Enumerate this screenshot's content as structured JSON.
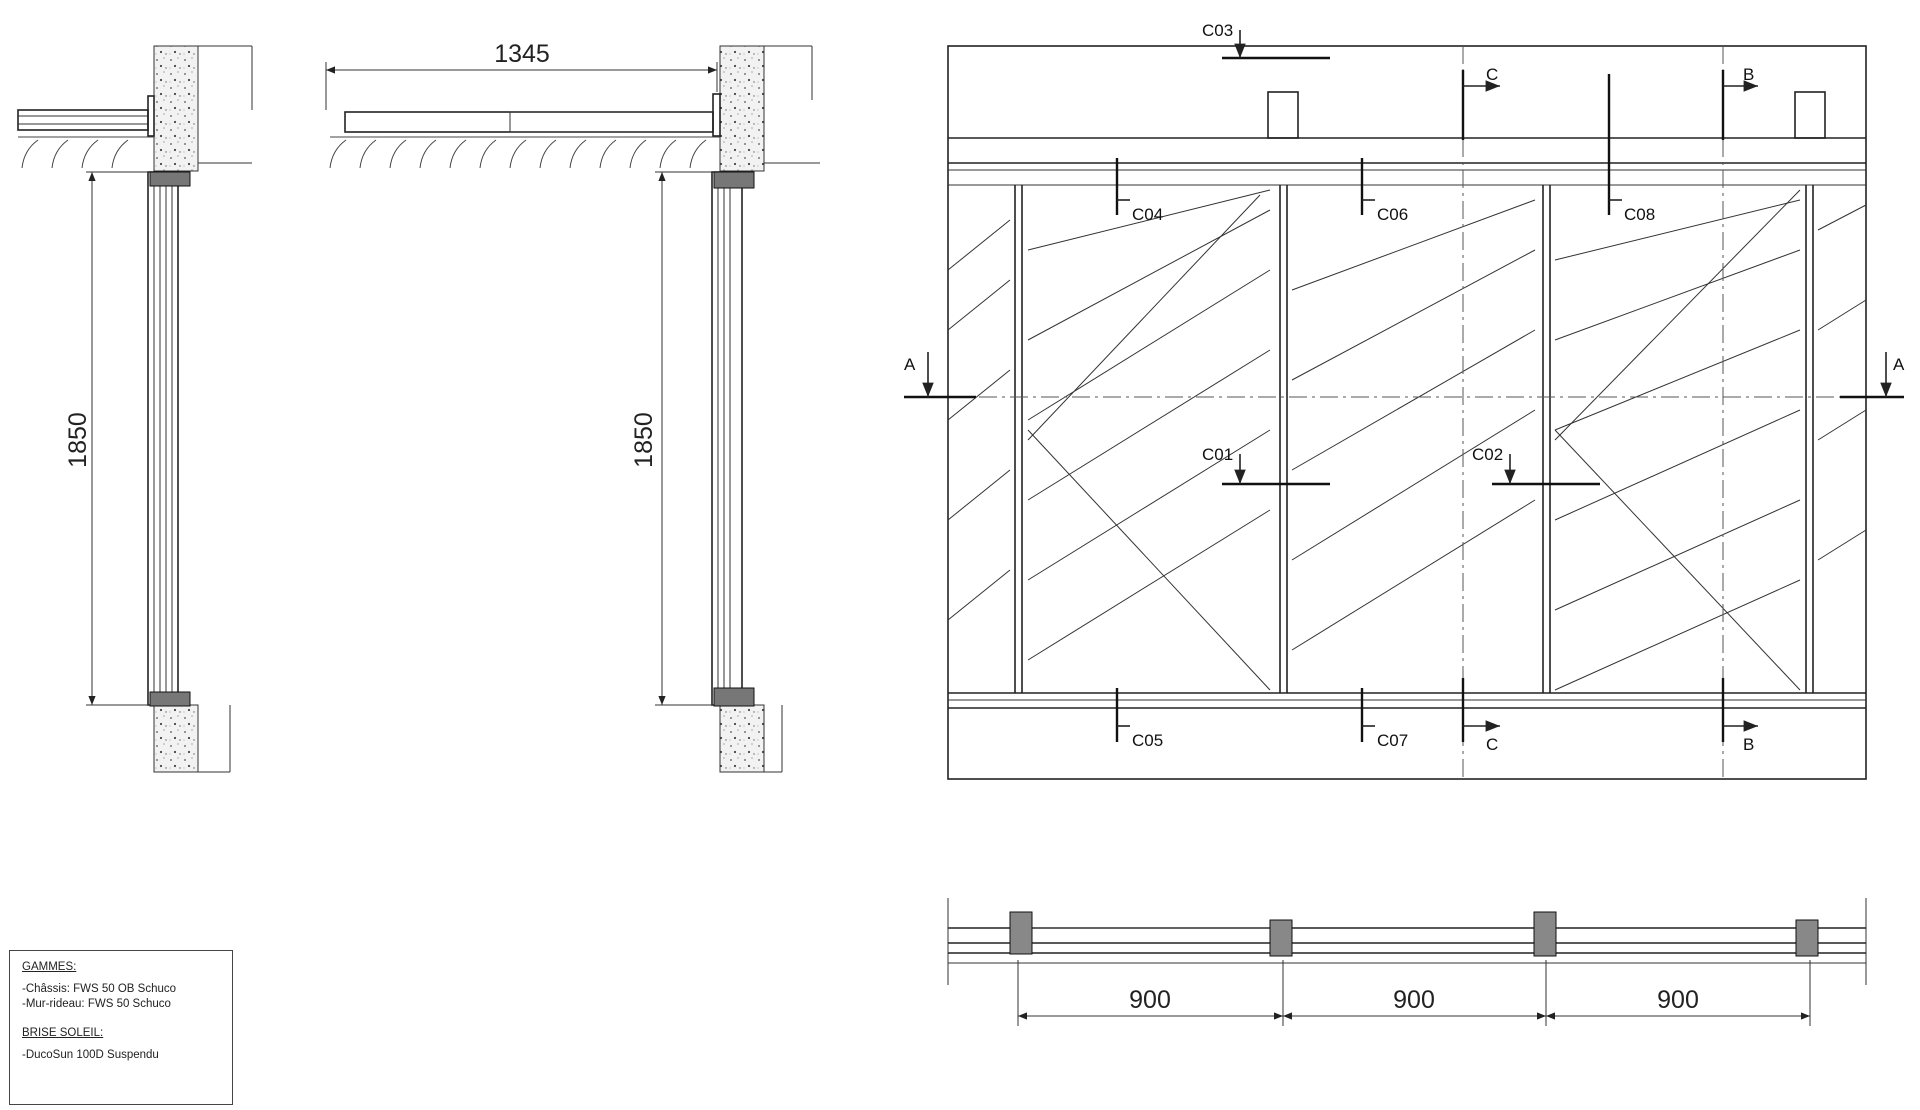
{
  "dimensions": {
    "overhang": "1345",
    "height_left": "1850",
    "height_right": "1850",
    "bay_1": "900",
    "bay_2": "900",
    "bay_3": "900"
  },
  "section_tags": {
    "c01": "C01",
    "c02": "C02",
    "c03": "C03",
    "c04": "C04",
    "c05": "C05",
    "c06": "C06",
    "c07": "C07",
    "c08": "C08",
    "a_left": "A",
    "a_right": "A",
    "b_top": "B",
    "b_bottom": "B",
    "c_top": "C",
    "c_bottom": "C"
  },
  "legend": {
    "gammes_title": "GAMMES:",
    "chassis": "-Châssis: FWS 50 OB Schuco",
    "mur_rideau": "-Mur-rideau: FWS 50 Schuco",
    "brise_title": "BRISE SOLEIL:",
    "ducosun": "-DucoSun 100D Suspendu"
  },
  "colors": {
    "line": "#222222",
    "concrete": "#efefef",
    "paper": "#ffffff"
  }
}
